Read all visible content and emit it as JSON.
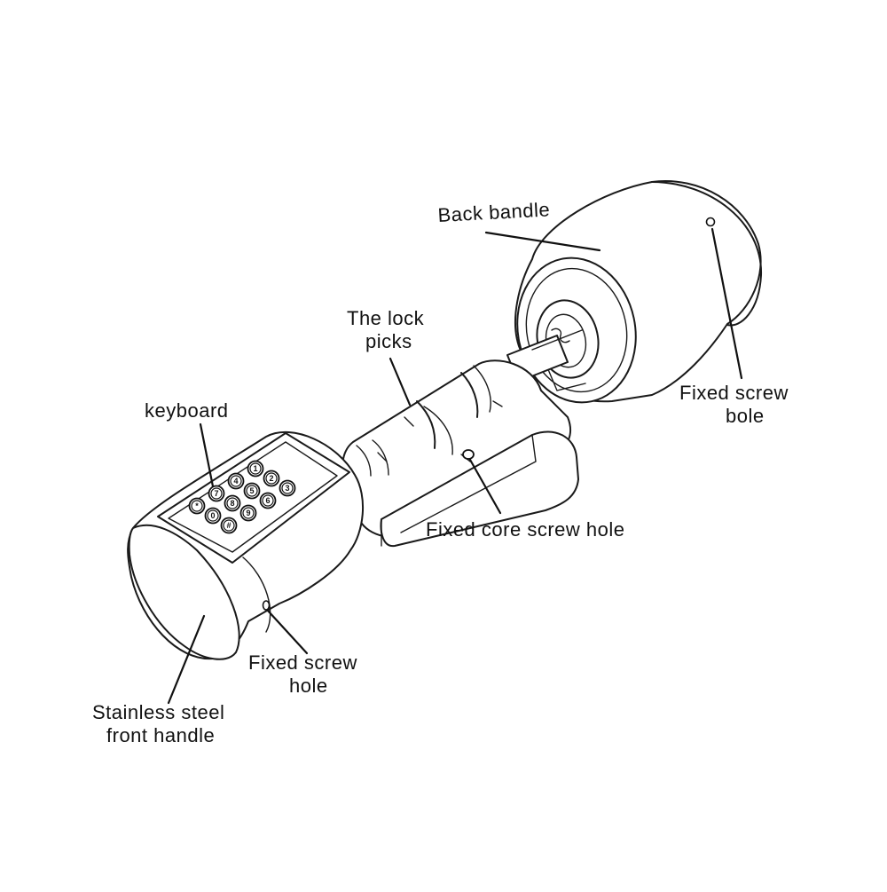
{
  "labels": {
    "back_handle": "Back bandle",
    "lock_picks_line1": "The lock",
    "lock_picks_line2": "picks",
    "fixed_screw_bole_line1": "Fixed screw",
    "fixed_screw_bole_line2": "bole",
    "keyboard": "keyboard",
    "fixed_core_screw_hole": "Fixed core screw hole",
    "fixed_screw_hole_line1": "Fixed screw",
    "fixed_screw_hole_line2": "hole",
    "front_handle_line1": "Stainless steel",
    "front_handle_line2": "front  handle"
  },
  "keypad": {
    "keys": [
      "1",
      "2",
      "3",
      "4",
      "5",
      "6",
      "7",
      "8",
      "9",
      "*",
      "0",
      "#"
    ]
  }
}
